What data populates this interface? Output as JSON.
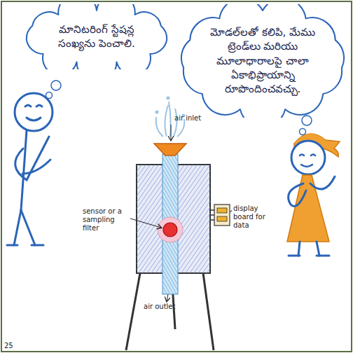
{
  "diagram": {
    "nodes": [
      {
        "text": [
          "మానిటరింగ్ స్టేషన్ల సంఖ్యను పెంచాలి."
        ]
      },
      {
        "text": [
          "మోడల్‌లతో కలిపి, మేము ట్రెండ్‌లు మరియు మూలాధారాలపై చాలా ఏకాభిప్రాయాన్ని రూపొందించవచ్చు."
        ]
      }
    ],
    "labels": [
      "air inlet",
      "sensor or a sampling filter",
      "display board for data",
      "air outlet",
      "25"
    ]
  }
}
